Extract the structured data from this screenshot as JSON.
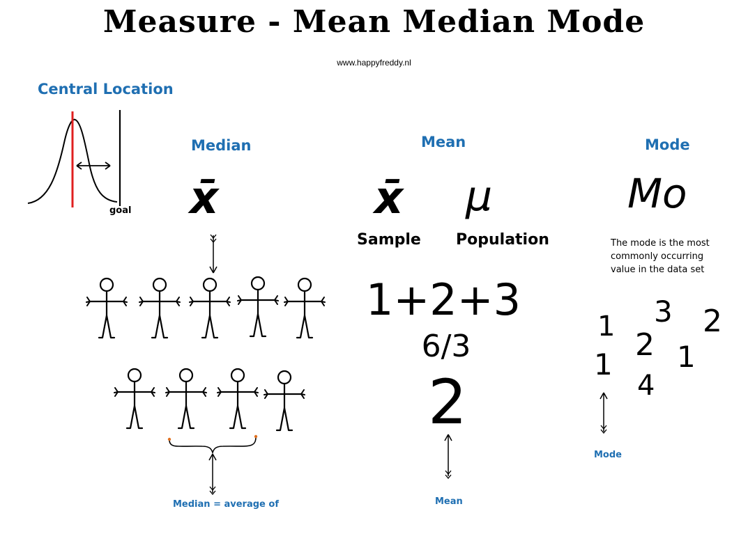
{
  "page": {
    "title": "Measure - Mean Median Mode",
    "url": "www.happyfreddy.nl"
  },
  "central_location": {
    "heading": "Central Location",
    "goal_label": "goal"
  },
  "median": {
    "heading": "Median",
    "symbol": "x̄",
    "caption": "Median = average of"
  },
  "mean": {
    "heading": "Mean",
    "sample_symbol": "x̄",
    "population_symbol": "μ",
    "sample_label": "Sample",
    "population_label": "Population",
    "expression": "1+2+3",
    "division": "6/3",
    "result": "2",
    "caption": "Mean"
  },
  "mode": {
    "heading": "Mode",
    "symbol": "Mo",
    "description": "The mode is the most commonly occurring value in the data set",
    "numbers": [
      "1",
      "3",
      "2",
      "2",
      "1",
      "1",
      "4"
    ],
    "caption": "Mode"
  },
  "colors": {
    "heading_blue": "#1f6fb2",
    "median_line_red": "#e02020",
    "bracket_dot_orange": "#e07020"
  }
}
